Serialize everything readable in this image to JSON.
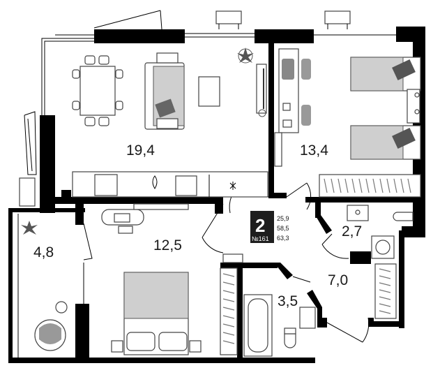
{
  "badge": {
    "rooms": "2",
    "number": "№161",
    "areas": [
      "25,9",
      "58,5",
      "63,3"
    ]
  },
  "rooms": {
    "living": "19,4",
    "bedroom_right": "13,4",
    "bedroom_main": "12,5",
    "loggia": "4,8",
    "bathroom_small": "2,7",
    "hallway": "7,0",
    "bathroom": "3,5"
  }
}
